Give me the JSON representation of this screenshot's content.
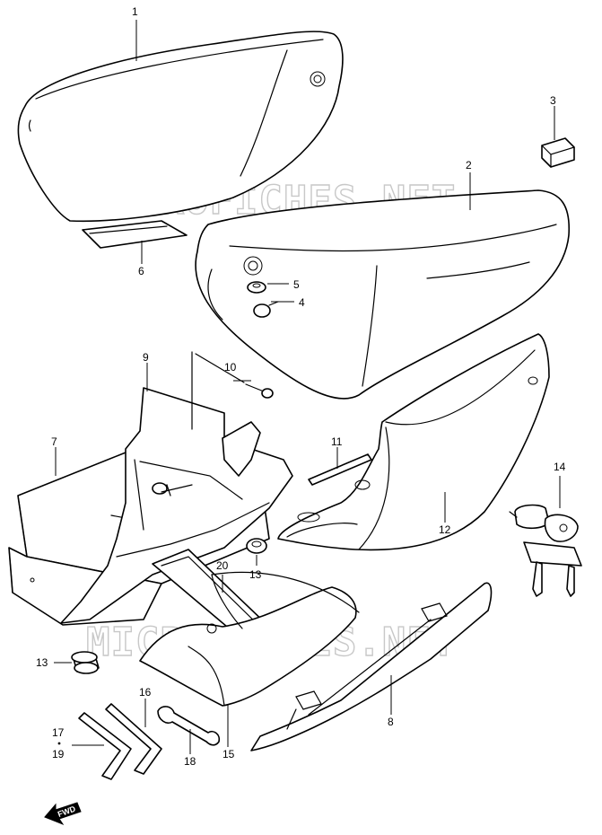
{
  "watermark": "MICROFICHES.NET",
  "fwd_label": "FWD",
  "callouts": {
    "c1": "1",
    "c2": "2",
    "c3": "3",
    "c4": "4",
    "c5": "5",
    "c6": "6",
    "c7": "7",
    "c8": "8",
    "c9": "9",
    "c10": "10",
    "c11": "11",
    "c12": "12",
    "c13a": "13",
    "c13b": "13",
    "c14": "14",
    "c15": "15",
    "c16": "16",
    "c17": "17",
    "c18": "18",
    "c19": "19",
    "c20": "20"
  },
  "colors": {
    "ink": "#000000",
    "watermark": "#c8c8c8",
    "paper": "#ffffff"
  }
}
